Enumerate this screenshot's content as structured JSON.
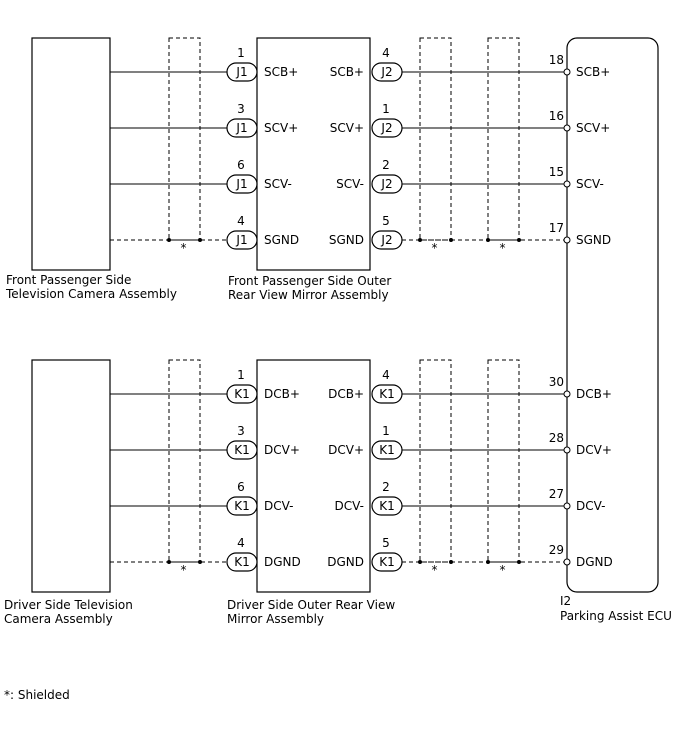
{
  "components": {
    "front_camera": {
      "label_lines": [
        "Front Passenger Side",
        "Television Camera Assembly"
      ]
    },
    "front_mirror": {
      "label_lines": [
        "Front Passenger Side Outer",
        "Rear View Mirror Assembly"
      ]
    },
    "driver_camera": {
      "label_lines": [
        "Driver Side Television",
        "Camera Assembly"
      ]
    },
    "driver_mirror": {
      "label_lines": [
        "Driver Side Outer Rear View",
        "Mirror Assembly"
      ]
    },
    "ecu": {
      "code": "I2",
      "name": "Parking Assist ECU"
    }
  },
  "shield_mark": "*",
  "legend": "*: Shielded",
  "groups": [
    {
      "connector_in": "J1",
      "connector_out": "J2",
      "wires": [
        {
          "pin_in": "1",
          "sig_in": "SCB+",
          "sig_out": "SCB+",
          "pin_out": "4",
          "ecu_pin": "18",
          "ecu_sig": "SCB+",
          "dashed": false
        },
        {
          "pin_in": "3",
          "sig_in": "SCV+",
          "sig_out": "SCV+",
          "pin_out": "1",
          "ecu_pin": "16",
          "ecu_sig": "SCV+",
          "dashed": false
        },
        {
          "pin_in": "6",
          "sig_in": "SCV-",
          "sig_out": "SCV-",
          "pin_out": "2",
          "ecu_pin": "15",
          "ecu_sig": "SCV-",
          "dashed": false
        },
        {
          "pin_in": "4",
          "sig_in": "SGND",
          "sig_out": "SGND",
          "pin_out": "5",
          "ecu_pin": "17",
          "ecu_sig": "SGND",
          "dashed": true
        }
      ]
    },
    {
      "connector_in": "K1",
      "connector_out": "K1",
      "wires": [
        {
          "pin_in": "1",
          "sig_in": "DCB+",
          "sig_out": "DCB+",
          "pin_out": "4",
          "ecu_pin": "30",
          "ecu_sig": "DCB+",
          "dashed": false
        },
        {
          "pin_in": "3",
          "sig_in": "DCV+",
          "sig_out": "DCV+",
          "pin_out": "1",
          "ecu_pin": "28",
          "ecu_sig": "DCV+",
          "dashed": false
        },
        {
          "pin_in": "6",
          "sig_in": "DCV-",
          "sig_out": "DCV-",
          "pin_out": "2",
          "ecu_pin": "27",
          "ecu_sig": "DCV-",
          "dashed": false
        },
        {
          "pin_in": "4",
          "sig_in": "DGND",
          "sig_out": "DGND",
          "pin_out": "5",
          "ecu_pin": "29",
          "ecu_sig": "DGND",
          "dashed": true
        }
      ]
    }
  ]
}
